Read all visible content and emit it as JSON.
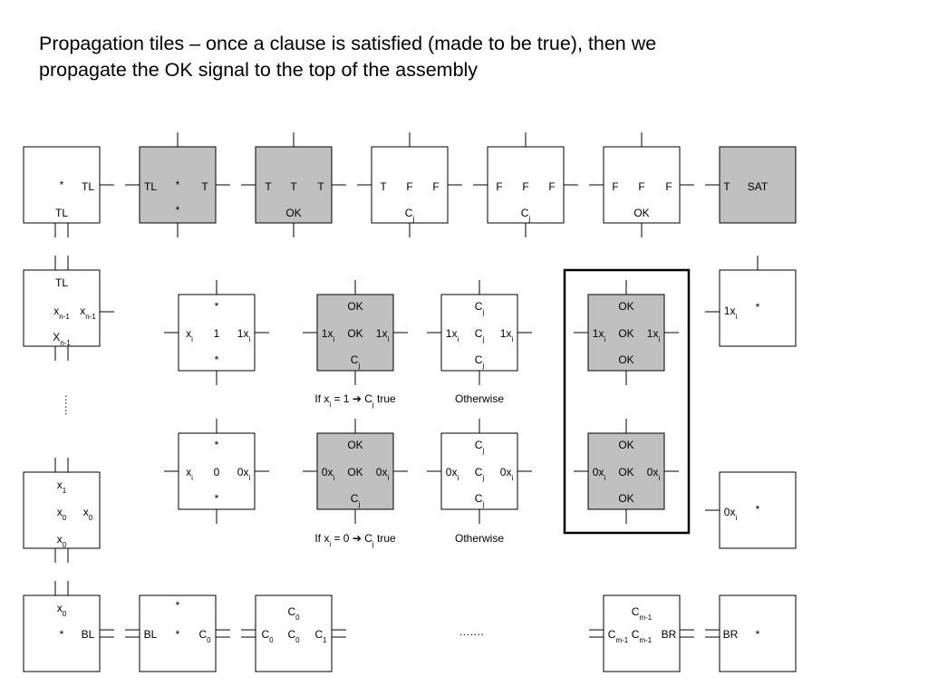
{
  "title": {
    "line1": "Propagation tiles – once a clause is satisfied (made to be true), then we",
    "line2": "propagate the OK signal to the top of the assembly"
  },
  "colors": {
    "gray": "#c0c0c0",
    "white": "#ffffff",
    "stroke": "#000000"
  },
  "tiles": {
    "r1_c1": {
      "center": "*",
      "right": "TL",
      "bottom": "TL"
    },
    "r1_c2": {
      "left": "TL",
      "center": "*",
      "right": "T",
      "bottom": "*"
    },
    "r1_c3": {
      "left": "T",
      "center": "T",
      "right": "T",
      "bottom": "OK"
    },
    "r1_c4": {
      "left": "T",
      "center": "F",
      "right": "F",
      "bottom": "C",
      "bottom_sub": "j"
    },
    "r1_c5": {
      "left": "F",
      "center": "F",
      "right": "F",
      "bottom": "C",
      "bottom_sub": "j"
    },
    "r1_c6": {
      "left": "F",
      "center": "F",
      "right": "F",
      "bottom": "OK"
    },
    "r1_c7": {
      "left": "T",
      "right": "SAT"
    },
    "left_top": {
      "top": "TL",
      "left": "x",
      "left_sub": "n-1",
      "right": "x",
      "right_sub": "n-1",
      "bottom": "X",
      "bottom_sub": "n-1"
    },
    "left_bottom": {
      "top": "x",
      "top_sub": "1",
      "left": "x",
      "left_sub": "0",
      "right": "x",
      "right_sub": "0",
      "bottom": "x",
      "bottom_sub": "0"
    },
    "right_top": {
      "left": "1x",
      "left_sub": "i",
      "right": "*"
    },
    "right_bottom": {
      "left": "0x",
      "left_sub": "i",
      "right": "*"
    },
    "p1_a": {
      "top": "*",
      "left": "x",
      "left_sub": "i",
      "center": "1",
      "right": "1x",
      "right_sub": "i",
      "bottom": "*"
    },
    "p1_b": {
      "top": "OK",
      "left": "1x",
      "left_sub": "i",
      "center": "OK",
      "right": "1x",
      "right_sub": "i",
      "bottom": "C",
      "bottom_sub": "j"
    },
    "p1_c": {
      "top": "C",
      "top_sub": "j",
      "left": "1x",
      "left_sub": "i",
      "center": "C",
      "center_sub": "j",
      "right": "1x",
      "right_sub": "i",
      "bottom": "C",
      "bottom_sub": "j"
    },
    "p1_d": {
      "top": "OK",
      "left": "1x",
      "left_sub": "i",
      "center": "OK",
      "right": "1x",
      "right_sub": "i",
      "bottom": "OK"
    },
    "p0_a": {
      "top": "*",
      "left": "x",
      "left_sub": "i",
      "center": "0",
      "right": "0x",
      "right_sub": "i",
      "bottom": "*"
    },
    "p0_b": {
      "top": "OK",
      "left": "0x",
      "left_sub": "i",
      "center": "OK",
      "right": "0x",
      "right_sub": "i",
      "bottom": "C",
      "bottom_sub": "j"
    },
    "p0_c": {
      "top": "C",
      "top_sub": "j",
      "left": "0x",
      "left_sub": "i",
      "center": "C",
      "center_sub": "j",
      "right": "0x",
      "right_sub": "i",
      "bottom": "C",
      "bottom_sub": "j"
    },
    "p0_d": {
      "top": "OK",
      "left": "0x",
      "left_sub": "i",
      "center": "OK",
      "right": "0x",
      "right_sub": "i",
      "bottom": "OK"
    },
    "b_c1": {
      "top": "x",
      "top_sub": "0",
      "center": "*",
      "right": "BL"
    },
    "b_c2": {
      "top": "*",
      "left": "BL",
      "center": "*",
      "right": "C",
      "right_sub": "0"
    },
    "b_c3": {
      "top": "C",
      "top_sub": "0",
      "left": "C",
      "left_sub": "0",
      "center": "C",
      "center_sub": "0",
      "right": "C",
      "right_sub": "1"
    },
    "b_c6": {
      "top": "C",
      "top_sub": "m-1",
      "left": "C",
      "left_sub": "m-1",
      "center": "C",
      "center_sub": "m-1",
      "right": "BR"
    },
    "b_c7": {
      "left": "BR",
      "right": "*"
    }
  },
  "captions": {
    "if1": {
      "pre": "If x",
      "sub": "i",
      "mid": " = 1 ",
      "arrow": "➔",
      "post": " C",
      "post_sub": "j",
      "tail": " true"
    },
    "other1": "Otherwise",
    "if0": {
      "pre": "If x",
      "sub": "i",
      "mid": " = 0 ",
      "arrow": "➔",
      "post": " C",
      "post_sub": "j",
      "tail": " true"
    },
    "other0": "Otherwise"
  },
  "ellipsis": {
    "vertical": "……",
    "horizontal": "……."
  }
}
